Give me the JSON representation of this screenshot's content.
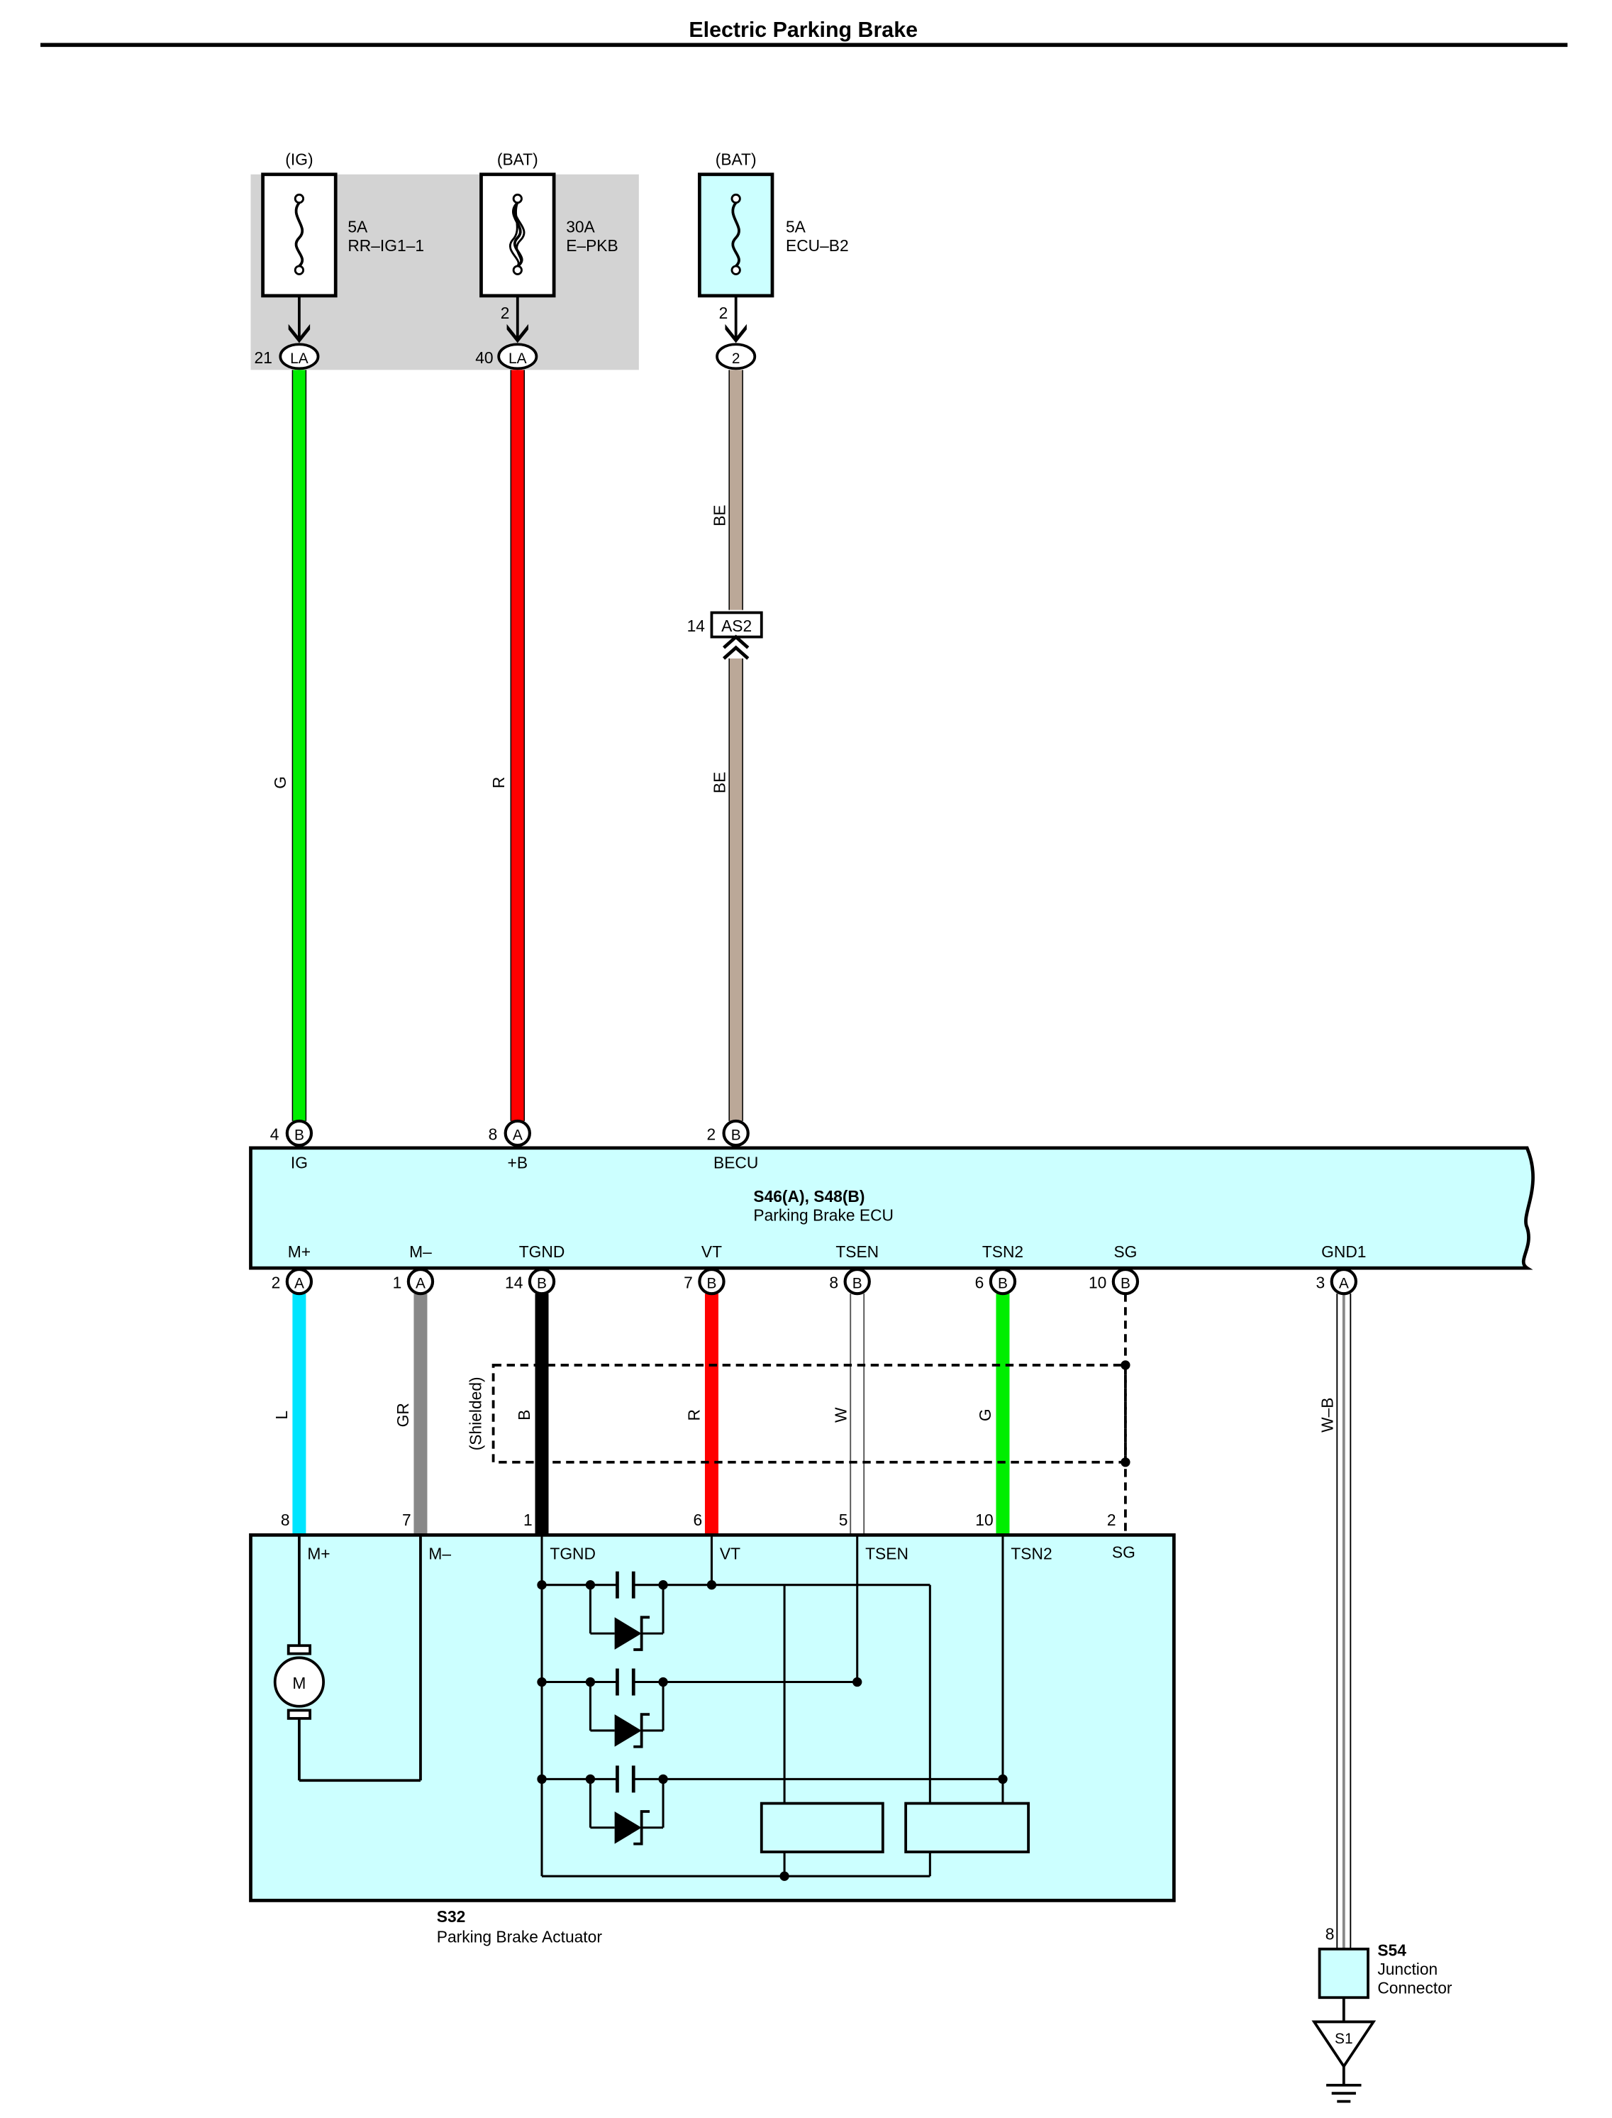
{
  "title": "Electric Parking Brake",
  "colors": {
    "ecu_fill": "#ccffff",
    "relay_box_fill": "#d3d3d3",
    "wire_green": "#00ee00",
    "wire_red": "#ff0000",
    "wire_beige": "#bba898",
    "wire_blue": "#00e5ff",
    "wire_gray": "#888888",
    "wire_black": "#000000",
    "wire_white": "#ffffff"
  },
  "fuses": [
    {
      "supply": "(IG)",
      "rating": "5A",
      "name": "RR–IG1–1",
      "pin": "",
      "conn_pin": "21",
      "conn": "LA"
    },
    {
      "supply": "(BAT)",
      "rating": "30A",
      "name": "E–PKB",
      "pin": "2",
      "conn_pin": "40",
      "conn": "LA"
    },
    {
      "supply": "(BAT)",
      "rating": "5A",
      "name": "ECU–B2",
      "pin": "2",
      "conn_pin": "",
      "conn": "2"
    }
  ],
  "wires_top": [
    {
      "color_code": "G",
      "color": "green"
    },
    {
      "color_code": "R",
      "color": "red"
    },
    {
      "color_code": "BE",
      "color": "beige",
      "code_upper": "BE"
    }
  ],
  "junction_as2": {
    "pin": "14",
    "name": "AS2"
  },
  "ecu": {
    "id": "S46(A), S48(B)",
    "name": "Parking Brake ECU",
    "top_terminals": [
      {
        "pin": "4",
        "conn": "B",
        "label": "IG"
      },
      {
        "pin": "8",
        "conn": "A",
        "label": "+B"
      },
      {
        "pin": "2",
        "conn": "B",
        "label": "BECU"
      }
    ],
    "bottom_terminals": [
      {
        "pin": "2",
        "conn": "A",
        "label": "M+",
        "wire": "L"
      },
      {
        "pin": "1",
        "conn": "A",
        "label": "M–",
        "wire": "GR"
      },
      {
        "pin": "14",
        "conn": "B",
        "label": "TGND",
        "wire": "B"
      },
      {
        "pin": "7",
        "conn": "B",
        "label": "VT",
        "wire": "R"
      },
      {
        "pin": "8",
        "conn": "B",
        "label": "TSEN",
        "wire": "W"
      },
      {
        "pin": "6",
        "conn": "B",
        "label": "TSN2",
        "wire": "G"
      },
      {
        "pin": "10",
        "conn": "B",
        "label": "SG",
        "wire": ""
      },
      {
        "pin": "3",
        "conn": "A",
        "label": "GND1",
        "wire": "W–B"
      }
    ]
  },
  "shielded_label": "(Shielded)",
  "actuator": {
    "id": "S32",
    "name": "Parking Brake Actuator",
    "pins": [
      {
        "pin": "8",
        "label": "M+"
      },
      {
        "pin": "7",
        "label": "M–"
      },
      {
        "pin": "1",
        "label": "TGND"
      },
      {
        "pin": "6",
        "label": "VT"
      },
      {
        "pin": "5",
        "label": "TSEN"
      },
      {
        "pin": "10",
        "label": "TSN2"
      },
      {
        "pin": "2",
        "label": "SG"
      }
    ],
    "motor_label": "M"
  },
  "junction_s54": {
    "pin": "8",
    "id": "S54",
    "line1": "Junction",
    "line2": "Connector"
  },
  "ground": {
    "label": "S1"
  }
}
